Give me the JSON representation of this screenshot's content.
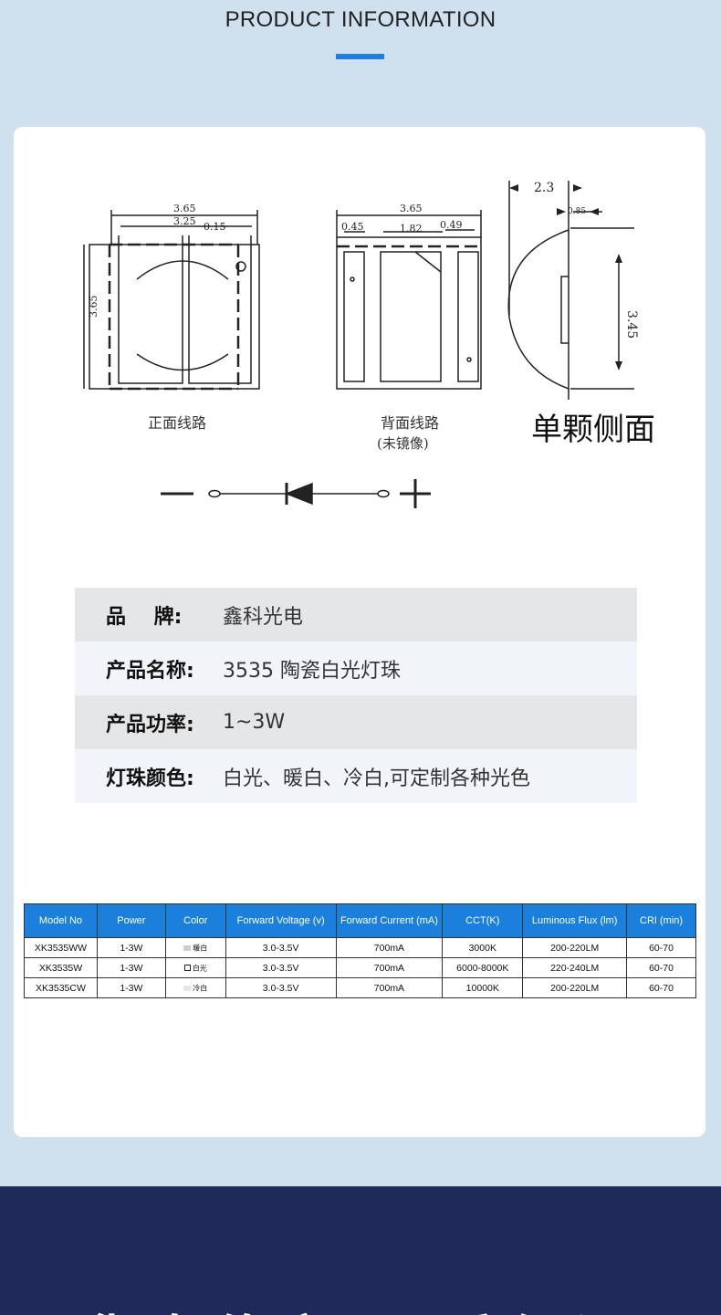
{
  "header": {
    "title": "PRODUCT INFORMATION"
  },
  "diagram": {
    "front": {
      "caption": "正面线路",
      "dim_w": "3.65",
      "dim_inner": "3.25",
      "dim_gap": "0.15",
      "dim_h": "3.65"
    },
    "back": {
      "caption": "背面线路",
      "caption_sub": "(未镜像)",
      "dim_w": "3.65",
      "dim_left": "0.45",
      "dim_mid": "1.82",
      "dim_right": "0.49"
    },
    "side": {
      "caption": "单颗侧面",
      "dim_top": "2.3",
      "dim_small": "0.85",
      "dim_h": "3.45"
    }
  },
  "info": {
    "rows": [
      {
        "label": "品    牌:",
        "value": "鑫科光电"
      },
      {
        "label": "产品名称:",
        "value": "3535 陶瓷白光灯珠"
      },
      {
        "label": "产品功率:",
        "value": "1~3W"
      },
      {
        "label": "灯珠颜色:",
        "value": "白光、暖白、冷白,可定制各种光色"
      }
    ]
  },
  "spec_table": {
    "header_color": "#1b7fdc",
    "headers": [
      "Model No",
      "Power",
      "Color",
      "Forward Voltage (v)",
      "Forward Current (mA)",
      "CCT(K)",
      "Luminous Flux (lm)",
      "CRI (min)"
    ],
    "rows": [
      [
        "XK3535WW",
        "1-3W",
        "暖白",
        "3.0-3.5V",
        "700mA",
        "3000K",
        "200-220LM",
        "60-70"
      ],
      [
        "XK3535W",
        "1-3W",
        "白光",
        "3.0-3.5V",
        "700mA",
        "6000-8000K",
        "220-240LM",
        "60-70"
      ],
      [
        "XK3535CW",
        "1-3W",
        "冷白",
        "3.0-3.5V",
        "700mA",
        "10000K",
        "200-220LM",
        "60-70"
      ]
    ]
  },
  "footer": {
    "headline": "货真价实 品质保证",
    "band_color": "#1f2a5a"
  }
}
